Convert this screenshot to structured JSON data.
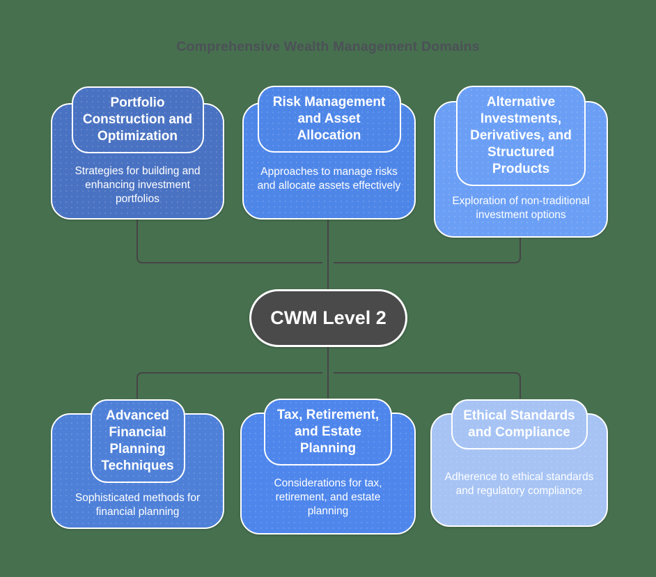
{
  "title": "Comprehensive Wealth Management Domains",
  "colors": {
    "background": "#47704f",
    "connector": "#454545",
    "title_text": "#4c5157",
    "card_text": "#ffffff"
  },
  "center": {
    "label": "CWM Level 2",
    "color": "#4a4a4a"
  },
  "nodes": [
    {
      "title": "Portfolio Construction and Optimization",
      "description": "Strategies for building and enhancing investment portfolios",
      "color": "#4a72c2"
    },
    {
      "title": "Risk Management and Asset Allocation",
      "description": "Approaches to manage risks and allocate assets effectively",
      "color": "#4e86e8"
    },
    {
      "title": "Alternative Investments, Derivatives, and Structured Products",
      "description": "Exploration of non-traditional investment options",
      "color": "#6b9ff5"
    },
    {
      "title": "Advanced Financial Planning Techniques",
      "description": "Sophisticated methods for financial planning",
      "color": "#4e80d8"
    },
    {
      "title": "Tax, Retirement, and Estate Planning",
      "description": "Considerations for tax, retirement, and estate planning",
      "color": "#4e86ec"
    },
    {
      "title": "Ethical Standards and Compliance",
      "description": "Adherence to ethical standards and regulatory compliance",
      "color": "#a6c3f4"
    }
  ]
}
